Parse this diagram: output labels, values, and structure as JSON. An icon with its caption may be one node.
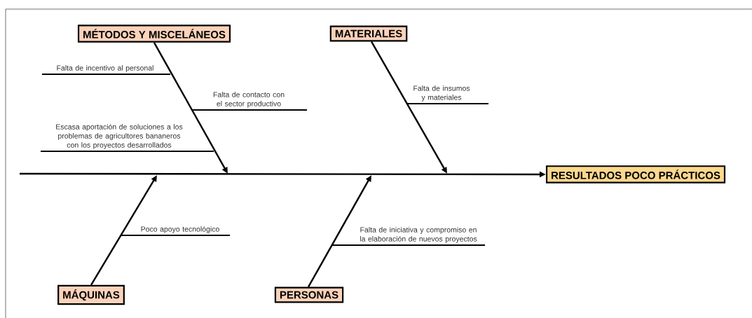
{
  "diagram": {
    "nodes": [
      {
        "text": [
          "MÉTODOS Y MISCELÁNEOS"
        ]
      },
      {
        "text": [
          "MATERIALES"
        ]
      },
      {
        "text": [
          "Falta de incentivo al personal"
        ]
      },
      {
        "text": [
          "Falta de contacto con el sector productivo"
        ]
      },
      {
        "text": [
          "Escasa aportación de soluciones a los problemas de agricultores bananeros con los proyectos desarrollados"
        ]
      },
      {
        "text": [
          "Falta de insumos y materiales"
        ]
      },
      {
        "text": [
          "RESULTADOS POCO PRÁCTICOS"
        ]
      },
      {
        "text": [
          "Poco apoyo tecnológico"
        ]
      },
      {
        "text": [
          "Falta de iniciativa y compromiso en la elaboración de nuevos proyectos"
        ]
      },
      {
        "text": [
          "MÁQUINAS"
        ]
      },
      {
        "text": [
          "PERSONAS"
        ]
      }
    ],
    "edges": [
      {
        "from": 0,
        "to": null,
        "arrow": "to"
      },
      {
        "from": 1,
        "to": null,
        "arrow": "to"
      },
      {
        "from": 9,
        "to": null,
        "arrow": "to"
      },
      {
        "from": 10,
        "to": null,
        "arrow": "to"
      },
      {
        "from": null,
        "to": 6,
        "arrow": "to"
      },
      {
        "from": 2,
        "to": null,
        "arrow": "none"
      },
      {
        "from": 3,
        "to": null,
        "arrow": "none"
      },
      {
        "from": 4,
        "to": null,
        "arrow": "none"
      },
      {
        "from": 5,
        "to": null,
        "arrow": "none"
      },
      {
        "from": 7,
        "to": null,
        "arrow": "none"
      },
      {
        "from": 8,
        "to": null,
        "arrow": "none"
      }
    ]
  }
}
